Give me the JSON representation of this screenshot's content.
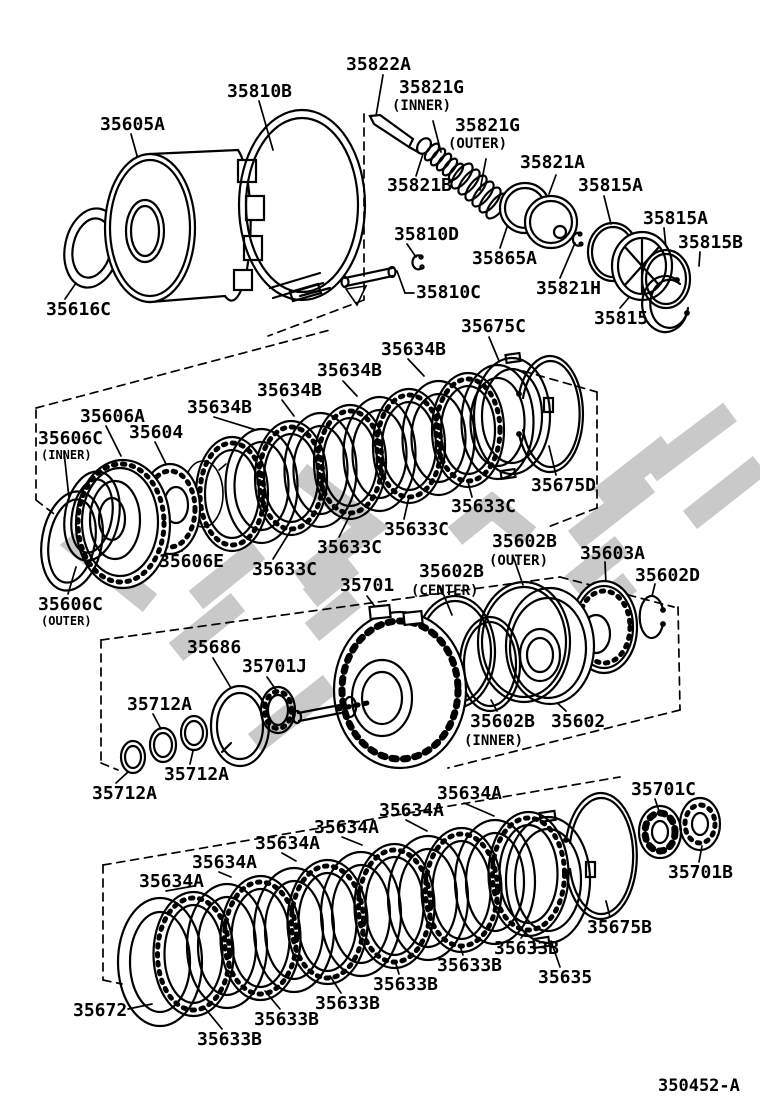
{
  "figure": {
    "code": "350452-A"
  },
  "colors": {
    "line": "#000000",
    "watermark": "#c9c9c9",
    "background": "#ffffff"
  },
  "labels": [
    {
      "part": "35822A"
    },
    {
      "part": "35810B"
    },
    {
      "part": "35821G",
      "qualifier": "(INNER)"
    },
    {
      "part": "35821G",
      "qualifier": "(OUTER)"
    },
    {
      "part": "35605A"
    },
    {
      "part": "35821A"
    },
    {
      "part": "35815A"
    },
    {
      "part": "35821B"
    },
    {
      "part": "35815A"
    },
    {
      "part": "35815B"
    },
    {
      "part": "35810D"
    },
    {
      "part": "35865A"
    },
    {
      "part": "35821H"
    },
    {
      "part": "35810C"
    },
    {
      "part": "35815"
    },
    {
      "part": "35616C"
    },
    {
      "part": "35675C"
    },
    {
      "part": "35634B"
    },
    {
      "part": "35634B"
    },
    {
      "part": "35634B"
    },
    {
      "part": "35634B"
    },
    {
      "part": "35606A"
    },
    {
      "part": "35606C",
      "qualifier": "(INNER)"
    },
    {
      "part": "35604"
    },
    {
      "part": "35675D"
    },
    {
      "part": "35633C"
    },
    {
      "part": "35633C"
    },
    {
      "part": "35633C"
    },
    {
      "part": "35602B",
      "qualifier": "(OUTER)"
    },
    {
      "part": "35603A"
    },
    {
      "part": "35602D"
    },
    {
      "part": "35606E"
    },
    {
      "part": "35633C"
    },
    {
      "part": "35602B",
      "qualifier": "(CENTER)"
    },
    {
      "part": "35701"
    },
    {
      "part": "35606C",
      "qualifier": "(OUTER)"
    },
    {
      "part": "35686"
    },
    {
      "part": "35701J"
    },
    {
      "part": "35712A"
    },
    {
      "part": "35602B",
      "qualifier": "(INNER)"
    },
    {
      "part": "35602"
    },
    {
      "part": "35712A"
    },
    {
      "part": "35712A"
    },
    {
      "part": "35701C"
    },
    {
      "part": "35634A"
    },
    {
      "part": "35634A"
    },
    {
      "part": "35634A"
    },
    {
      "part": "35634A"
    },
    {
      "part": "35634A"
    },
    {
      "part": "35634A"
    },
    {
      "part": "35701B"
    },
    {
      "part": "35675B"
    },
    {
      "part": "35633B"
    },
    {
      "part": "35633B"
    },
    {
      "part": "35635"
    },
    {
      "part": "35633B"
    },
    {
      "part": "35633B"
    },
    {
      "part": "35633B"
    },
    {
      "part": "35633B"
    },
    {
      "part": "35672"
    }
  ]
}
